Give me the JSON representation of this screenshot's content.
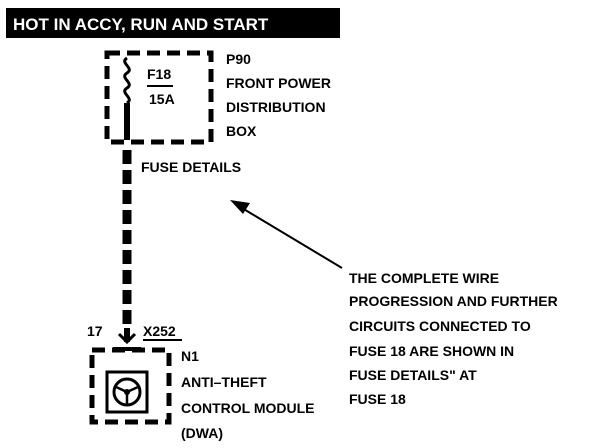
{
  "header": {
    "text": "HOT IN ACCY, RUN AND START"
  },
  "power_box": {
    "ref": "P90",
    "name_lines": [
      "FRONT POWER",
      "DISTRIBUTION",
      "BOX"
    ],
    "fuse_id": "F18",
    "fuse_rating": "15A"
  },
  "fuse_details_label": "FUSE DETAILS",
  "note_lines": [
    "THE COMPLETE WIRE",
    "PROGRESSION AND FURTHER",
    "CIRCUITS CONNECTED TO",
    "FUSE 18 ARE SHOWN IN",
    "FUSE DETAILS\" AT",
    "FUSE 18"
  ],
  "connector": {
    "pin": "17",
    "id": "X252"
  },
  "module": {
    "ref": "N1",
    "name_lines": [
      "ANTI–THEFT",
      "CONTROL MODULE",
      "(DWA)"
    ]
  }
}
